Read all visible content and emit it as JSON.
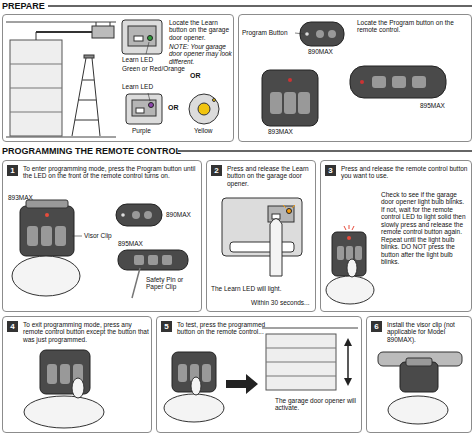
{
  "diagram": {
    "nodes": [
      {
        "text": [
          "Locate the Learn button on the garage door opener.",
          "NOTE: Your garage door opener may look different."
        ]
      },
      {
        "text": [
          "Locate the Program button on the remote control."
        ]
      },
      {
        "text": [
          "1",
          "To enter programming mode, press the Program button until the LED on the front of the remote control turns on."
        ]
      },
      {
        "text": [
          "2",
          "Press and release the Learn button on the garage door opener.",
          "The Learn LED will light.",
          "Within 30 seconds..."
        ]
      },
      {
        "text": [
          "3",
          "Press and release the remote control button you want to use.",
          "Check to see if the garage door opener light bulb blinks. If not, wait for the remote control LED to light solid then slowly press and release the remote control button again. Repeat until the light bulb blinks. DO NOT press the button after the light bulb blinks."
        ]
      },
      {
        "text": [
          "4",
          "To exit programming mode, press any remote control button except the button that was just programmed."
        ]
      },
      {
        "text": [
          "5",
          "To test, press the programmed button on the remote control...",
          "The garage door opener will activate."
        ]
      },
      {
        "text": [
          "6",
          "Install the visor clip (not applicable for Model 890MAX)."
        ]
      }
    ],
    "labels": [
      "PREPARE",
      "Learn LED",
      "Green or Red/Orange",
      "OR",
      "Learn LED",
      "Purple",
      "OR",
      "Yellow",
      "Program Button",
      "890MAX",
      "895MAX",
      "893MAX",
      "PROGRAMMING THE REMOTE CONTROL",
      "890MAX",
      "893MAX",
      "Visor Clip",
      "895MAX",
      "Safety Pin or Paper Clip"
    ]
  }
}
